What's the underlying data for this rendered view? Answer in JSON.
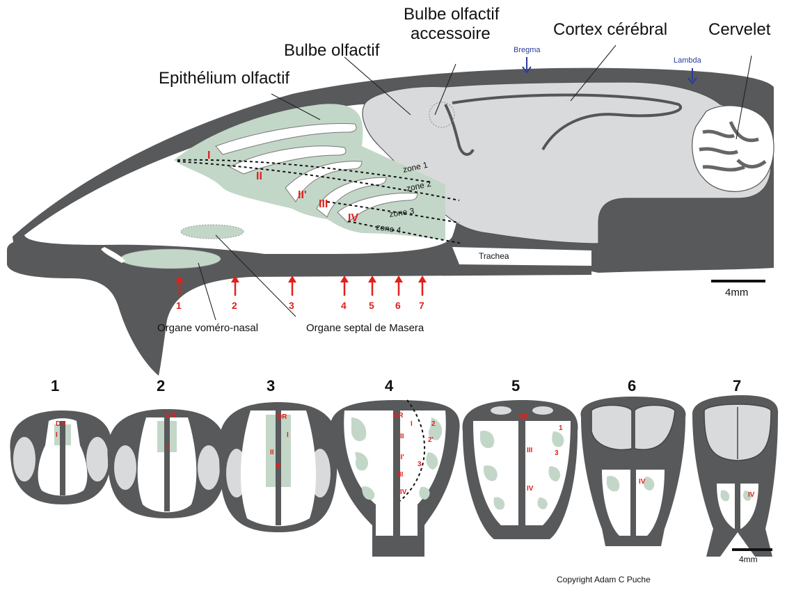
{
  "labels": {
    "accessory_bulb_line1": "Bulbe olfactif",
    "accessory_bulb_line2": "accessoire",
    "cortex": "Cortex cérébral",
    "cerebellum": "Cervelet",
    "olfactory_bulb": "Bulbe olfactif",
    "epithelium": "Epithélium olfactif",
    "bregma": "Bregma",
    "lambda": "Lambda",
    "trachea": "Trachea",
    "vomeronasal": "Organe voméro-nasal",
    "septal": "Organe septal de Masera",
    "scale_top": "4mm",
    "scale_bottom": "4mm",
    "copyright": "Copyright Adam C Puche"
  },
  "zones": [
    "zone 1",
    "zone 2",
    "zone 3",
    "zone 4"
  ],
  "turbinates": [
    "I",
    "II",
    "II'",
    "III",
    "IV"
  ],
  "arrow_labels": [
    "1",
    "2",
    "3",
    "4",
    "5",
    "6",
    "7"
  ],
  "section_numbers": [
    "1",
    "2",
    "3",
    "4",
    "5",
    "6",
    "7"
  ],
  "section_marks": {
    "s1": [
      "DR",
      "I"
    ],
    "s2": [
      "DR",
      "I"
    ],
    "s3": [
      "DR",
      "I",
      "II",
      "II'"
    ],
    "s4": [
      "DR",
      "I",
      "II",
      "II'",
      "III",
      "IV",
      "2",
      "2'",
      "3"
    ],
    "s5": [
      "DR",
      "1",
      "III",
      "3",
      "IV"
    ],
    "s6": [
      "IV"
    ],
    "s7": [
      "IV"
    ]
  },
  "colors": {
    "tissue_dark": "#58595b",
    "brain_gray": "#d9dadb",
    "epithelium_green": "#c3d7c8",
    "label_red": "#e0201b",
    "landmark_blue": "#2b3b9a"
  }
}
